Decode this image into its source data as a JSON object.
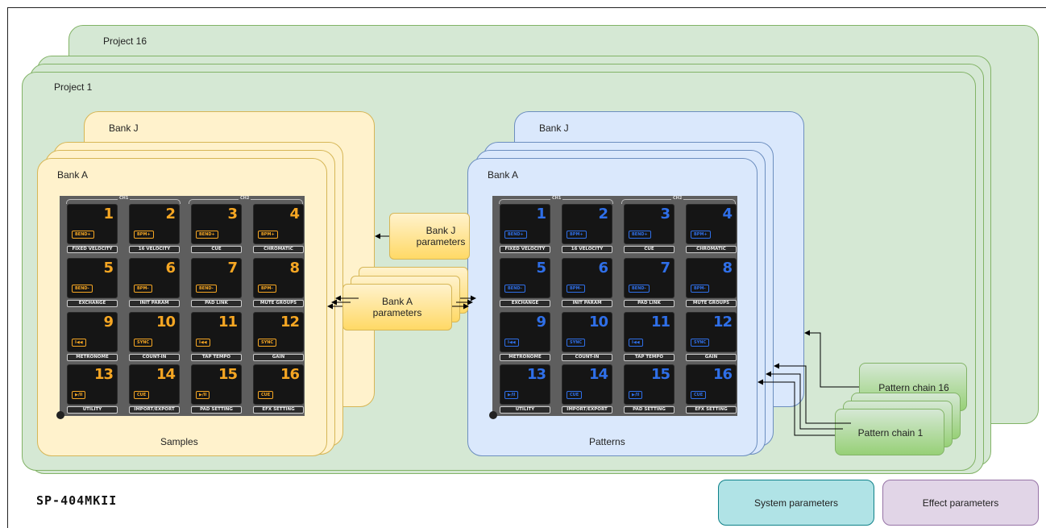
{
  "projects": {
    "back_label": "Project 16",
    "front_label": "Project 1"
  },
  "samples": {
    "back_label": "Bank J",
    "front_label": "Bank A",
    "caption": "Samples"
  },
  "patterns": {
    "back_label": "Bank J",
    "front_label": "Bank A",
    "caption": "Patterns"
  },
  "params": {
    "bank_j": "Bank J\nparameters",
    "bank_a": "Bank A\nparameters"
  },
  "chains": {
    "back_label": "Pattern chain 16",
    "front_label": "Pattern chain 1"
  },
  "system_parameters": "System parameters",
  "effect_parameters": "Effect parameters",
  "logo": "SP-404MKII",
  "pad_panel": {
    "ch1": "CH1",
    "ch2": "CH2",
    "pads": [
      {
        "num": "1",
        "badge": "BEND+",
        "func": "FIXED VELOCITY"
      },
      {
        "num": "2",
        "badge": "BPM+",
        "func": "16 VELOCITY"
      },
      {
        "num": "3",
        "badge": "BEND+",
        "func": "CUE"
      },
      {
        "num": "4",
        "badge": "BPM+",
        "func": "CHROMATIC"
      },
      {
        "num": "5",
        "badge": "BEND-",
        "func": "EXCHANGE"
      },
      {
        "num": "6",
        "badge": "BPM-",
        "func": "INIT PARAM"
      },
      {
        "num": "7",
        "badge": "BEND-",
        "func": "PAD LINK"
      },
      {
        "num": "8",
        "badge": "BPM-",
        "func": "MUTE GROUPS"
      },
      {
        "num": "9",
        "badge": "I◀◀",
        "func": "METRONOME"
      },
      {
        "num": "10",
        "badge": "SYNC",
        "func": "COUNT-IN"
      },
      {
        "num": "11",
        "badge": "I◀◀",
        "func": "TAP TEMPO"
      },
      {
        "num": "12",
        "badge": "SYNC",
        "func": "GAIN"
      },
      {
        "num": "13",
        "badge": "▶/II",
        "func": "UTILITY"
      },
      {
        "num": "14",
        "badge": "CUE",
        "func": "IMPORT/EXPORT"
      },
      {
        "num": "15",
        "badge": "▶/II",
        "func": "PAD SETTING"
      },
      {
        "num": "16",
        "badge": "CUE",
        "func": "EFX SETTING"
      }
    ]
  },
  "colors": {
    "sample_pads": "#f5a623",
    "pattern_pads": "#2f6fe8",
    "system_fill": "#b0e3e6",
    "system_stroke": "#0e8088",
    "effect_fill": "#e1d5e7",
    "effect_stroke": "#9673a6"
  }
}
